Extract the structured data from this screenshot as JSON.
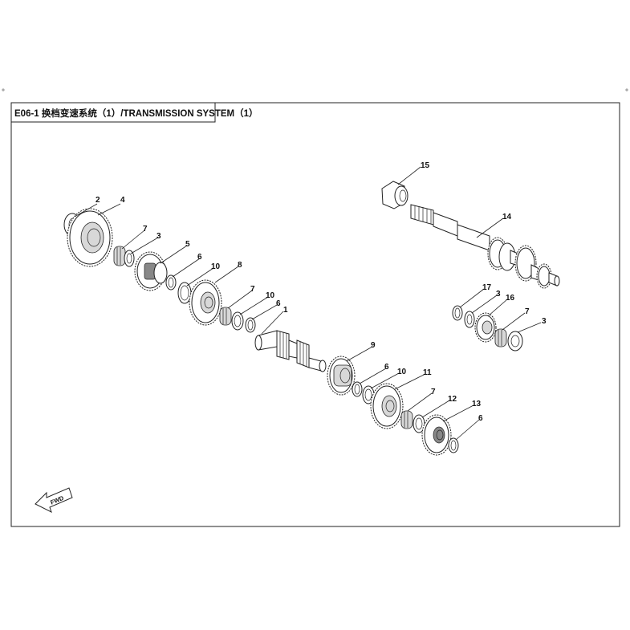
{
  "diagram": {
    "title": "E06-1 换档变速系统（1）/TRANSMISSION SYSTEM（1）",
    "fwd_label": "FWD",
    "callouts": [
      {
        "id": "c2",
        "text": "2"
      },
      {
        "id": "c4",
        "text": "4"
      },
      {
        "id": "c7a",
        "text": "7"
      },
      {
        "id": "c3a",
        "text": "3"
      },
      {
        "id": "c5",
        "text": "5"
      },
      {
        "id": "c6a",
        "text": "6"
      },
      {
        "id": "c10a",
        "text": "10"
      },
      {
        "id": "c8",
        "text": "8"
      },
      {
        "id": "c7b",
        "text": "7"
      },
      {
        "id": "c10b",
        "text": "10"
      },
      {
        "id": "c6b",
        "text": "6"
      },
      {
        "id": "c1",
        "text": "1"
      },
      {
        "id": "c9",
        "text": "9"
      },
      {
        "id": "c6c",
        "text": "6"
      },
      {
        "id": "c10c",
        "text": "10"
      },
      {
        "id": "c11",
        "text": "11"
      },
      {
        "id": "c7c",
        "text": "7"
      },
      {
        "id": "c12",
        "text": "12"
      },
      {
        "id": "c13",
        "text": "13"
      },
      {
        "id": "c6d",
        "text": "6"
      },
      {
        "id": "c15",
        "text": "15"
      },
      {
        "id": "c14",
        "text": "14"
      },
      {
        "id": "c17",
        "text": "17"
      },
      {
        "id": "c3b",
        "text": "3"
      },
      {
        "id": "c16",
        "text": "16"
      },
      {
        "id": "c7d",
        "text": "7"
      },
      {
        "id": "c3c",
        "text": "3"
      }
    ]
  }
}
